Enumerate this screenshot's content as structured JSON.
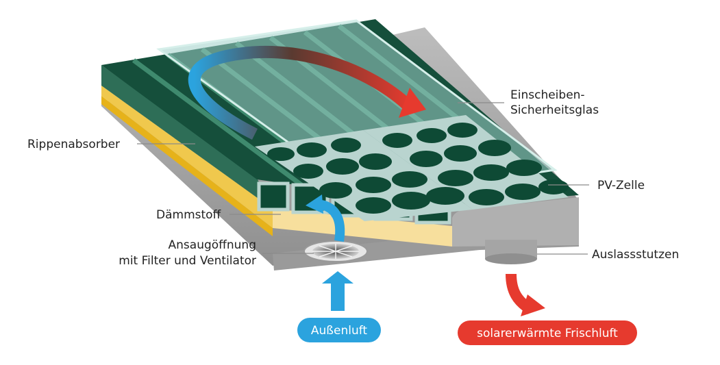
{
  "labels": {
    "glass": [
      "Einscheiben-",
      "Sicherheitsglas"
    ],
    "absorber": "Rippenabsorber",
    "pv": "PV-Zelle",
    "insulation": "Dämmstoff",
    "inlet": [
      "Ansaugöffnung",
      "mit Filter und Ventilator"
    ],
    "outlet": "Auslassstutzen"
  },
  "pills": {
    "outside_air": "Außenluft",
    "heated_air": "solarerwärmte Frischluft"
  },
  "colors": {
    "panel_green": "#2e6e57",
    "panel_dark": "#124b37",
    "glass": "#9fd0c8",
    "cell_frame": "#b9d4cf",
    "cell_dark": "#0e4a35",
    "insulation": "#f7df9d",
    "yellow_strip": "#e6b21a",
    "base_gray": "#a8a8a8",
    "cold_air": "#2ba3de",
    "warm_air": "#e63a2e"
  }
}
